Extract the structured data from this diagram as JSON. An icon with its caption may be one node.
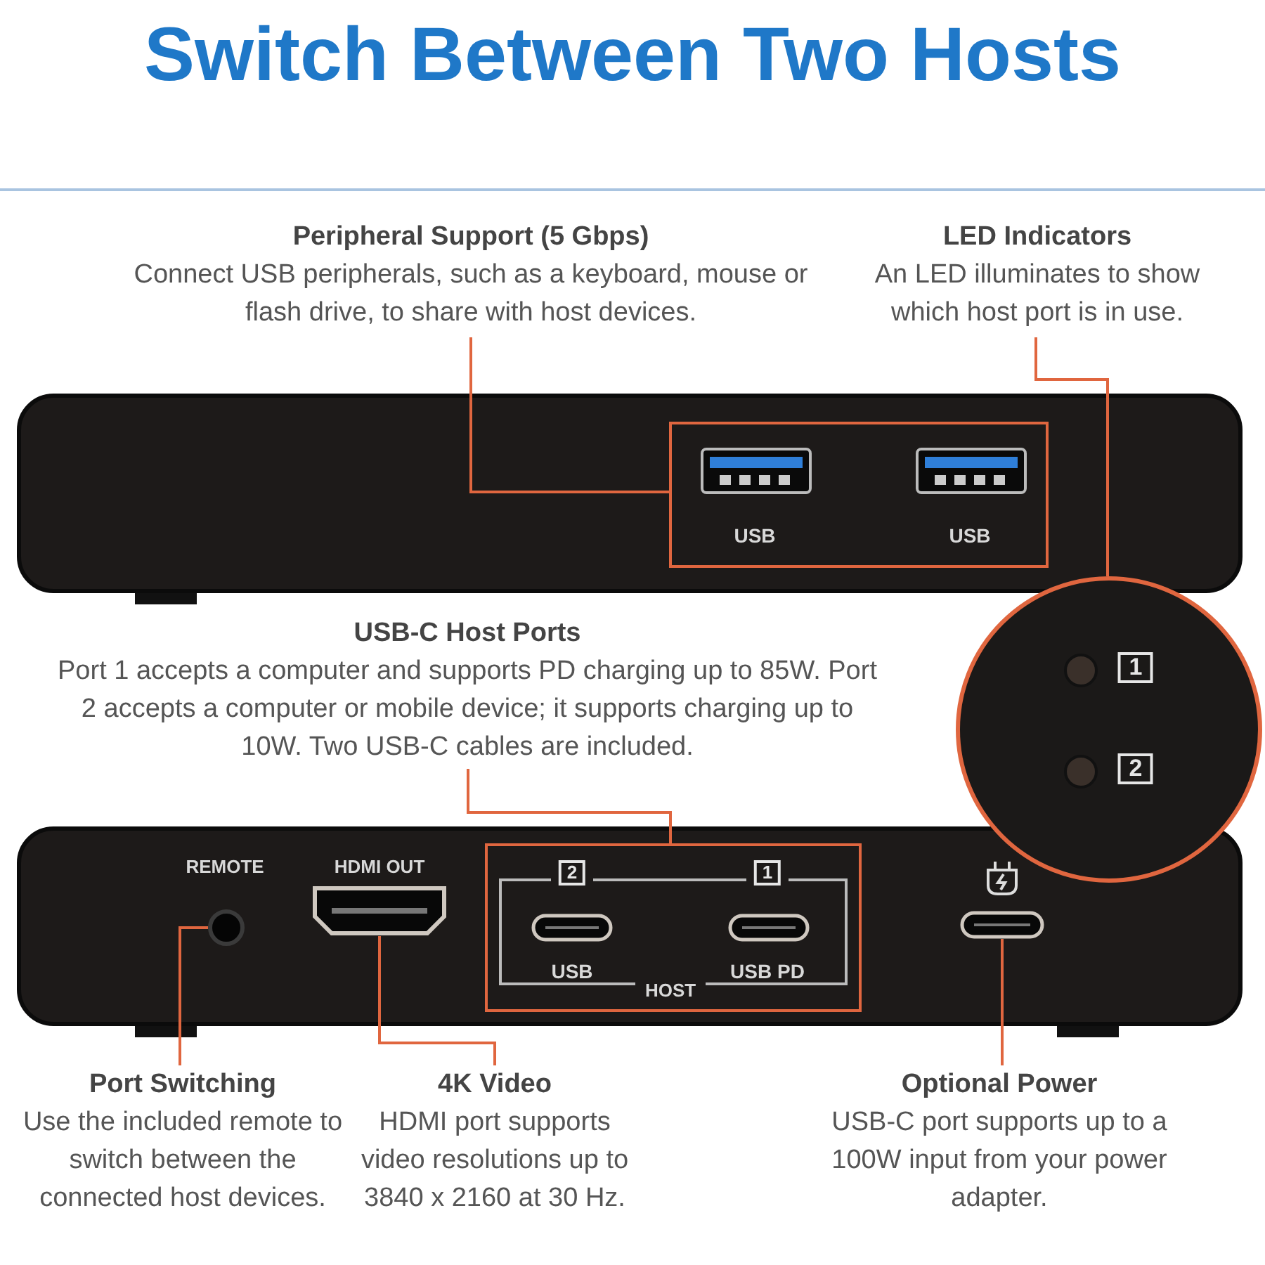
{
  "diagram": {
    "title": "Switch Between Two Hosts",
    "nodes": [
      {
        "text": [
          "Peripheral Support (5 Gbps)",
          "Connect USB peripherals, such as a keyboard, mouse or flash drive, to share with host devices."
        ]
      },
      {
        "text": [
          "LED Indicators",
          "An LED illuminates to show which host port is in use."
        ]
      },
      {
        "text": [
          "USB-C Host Ports",
          "Port 1 accepts a computer and supports PD charging up to 85W. Port 2 accepts a computer or mobile device; it supports charging up to 10W. Two USB-C cables are included."
        ]
      },
      {
        "text": [
          "Port Switching",
          "Use the included remote to switch between the connected host devices."
        ]
      },
      {
        "text": [
          "4K Video",
          "HDMI port supports video resolutions up to 3840 x 2160 at 30 Hz."
        ]
      },
      {
        "text": [
          "Optional Power",
          "USB-C port supports up to a 100W input from your power adapter."
        ]
      },
      {
        "text": [],
        "shape": "box"
      },
      {
        "text": [],
        "shape": "circle"
      },
      {
        "text": [],
        "shape": "box"
      },
      {
        "text": [],
        "shape": "circle"
      },
      {
        "text": [],
        "shape": "picture"
      },
      {
        "text": [],
        "shape": "picture"
      }
    ],
    "edges": [
      {
        "from": 0,
        "to": 6,
        "arrow": "none"
      },
      {
        "from": 1,
        "to": 7,
        "arrow": "none"
      },
      {
        "from": 2,
        "to": 8,
        "arrow": "none"
      },
      {
        "from": 3,
        "to": 9,
        "arrow": "none"
      },
      {
        "from": 4,
        "to": 10,
        "arrow": "none"
      },
      {
        "from": 5,
        "to": 11,
        "arrow": "none"
      }
    ],
    "labels": [
      "USB",
      "USB",
      "1",
      "2",
      "REMOTE",
      "HDMI OUT",
      "2",
      "1",
      "USB",
      "USB PD",
      "HOST"
    ]
  }
}
